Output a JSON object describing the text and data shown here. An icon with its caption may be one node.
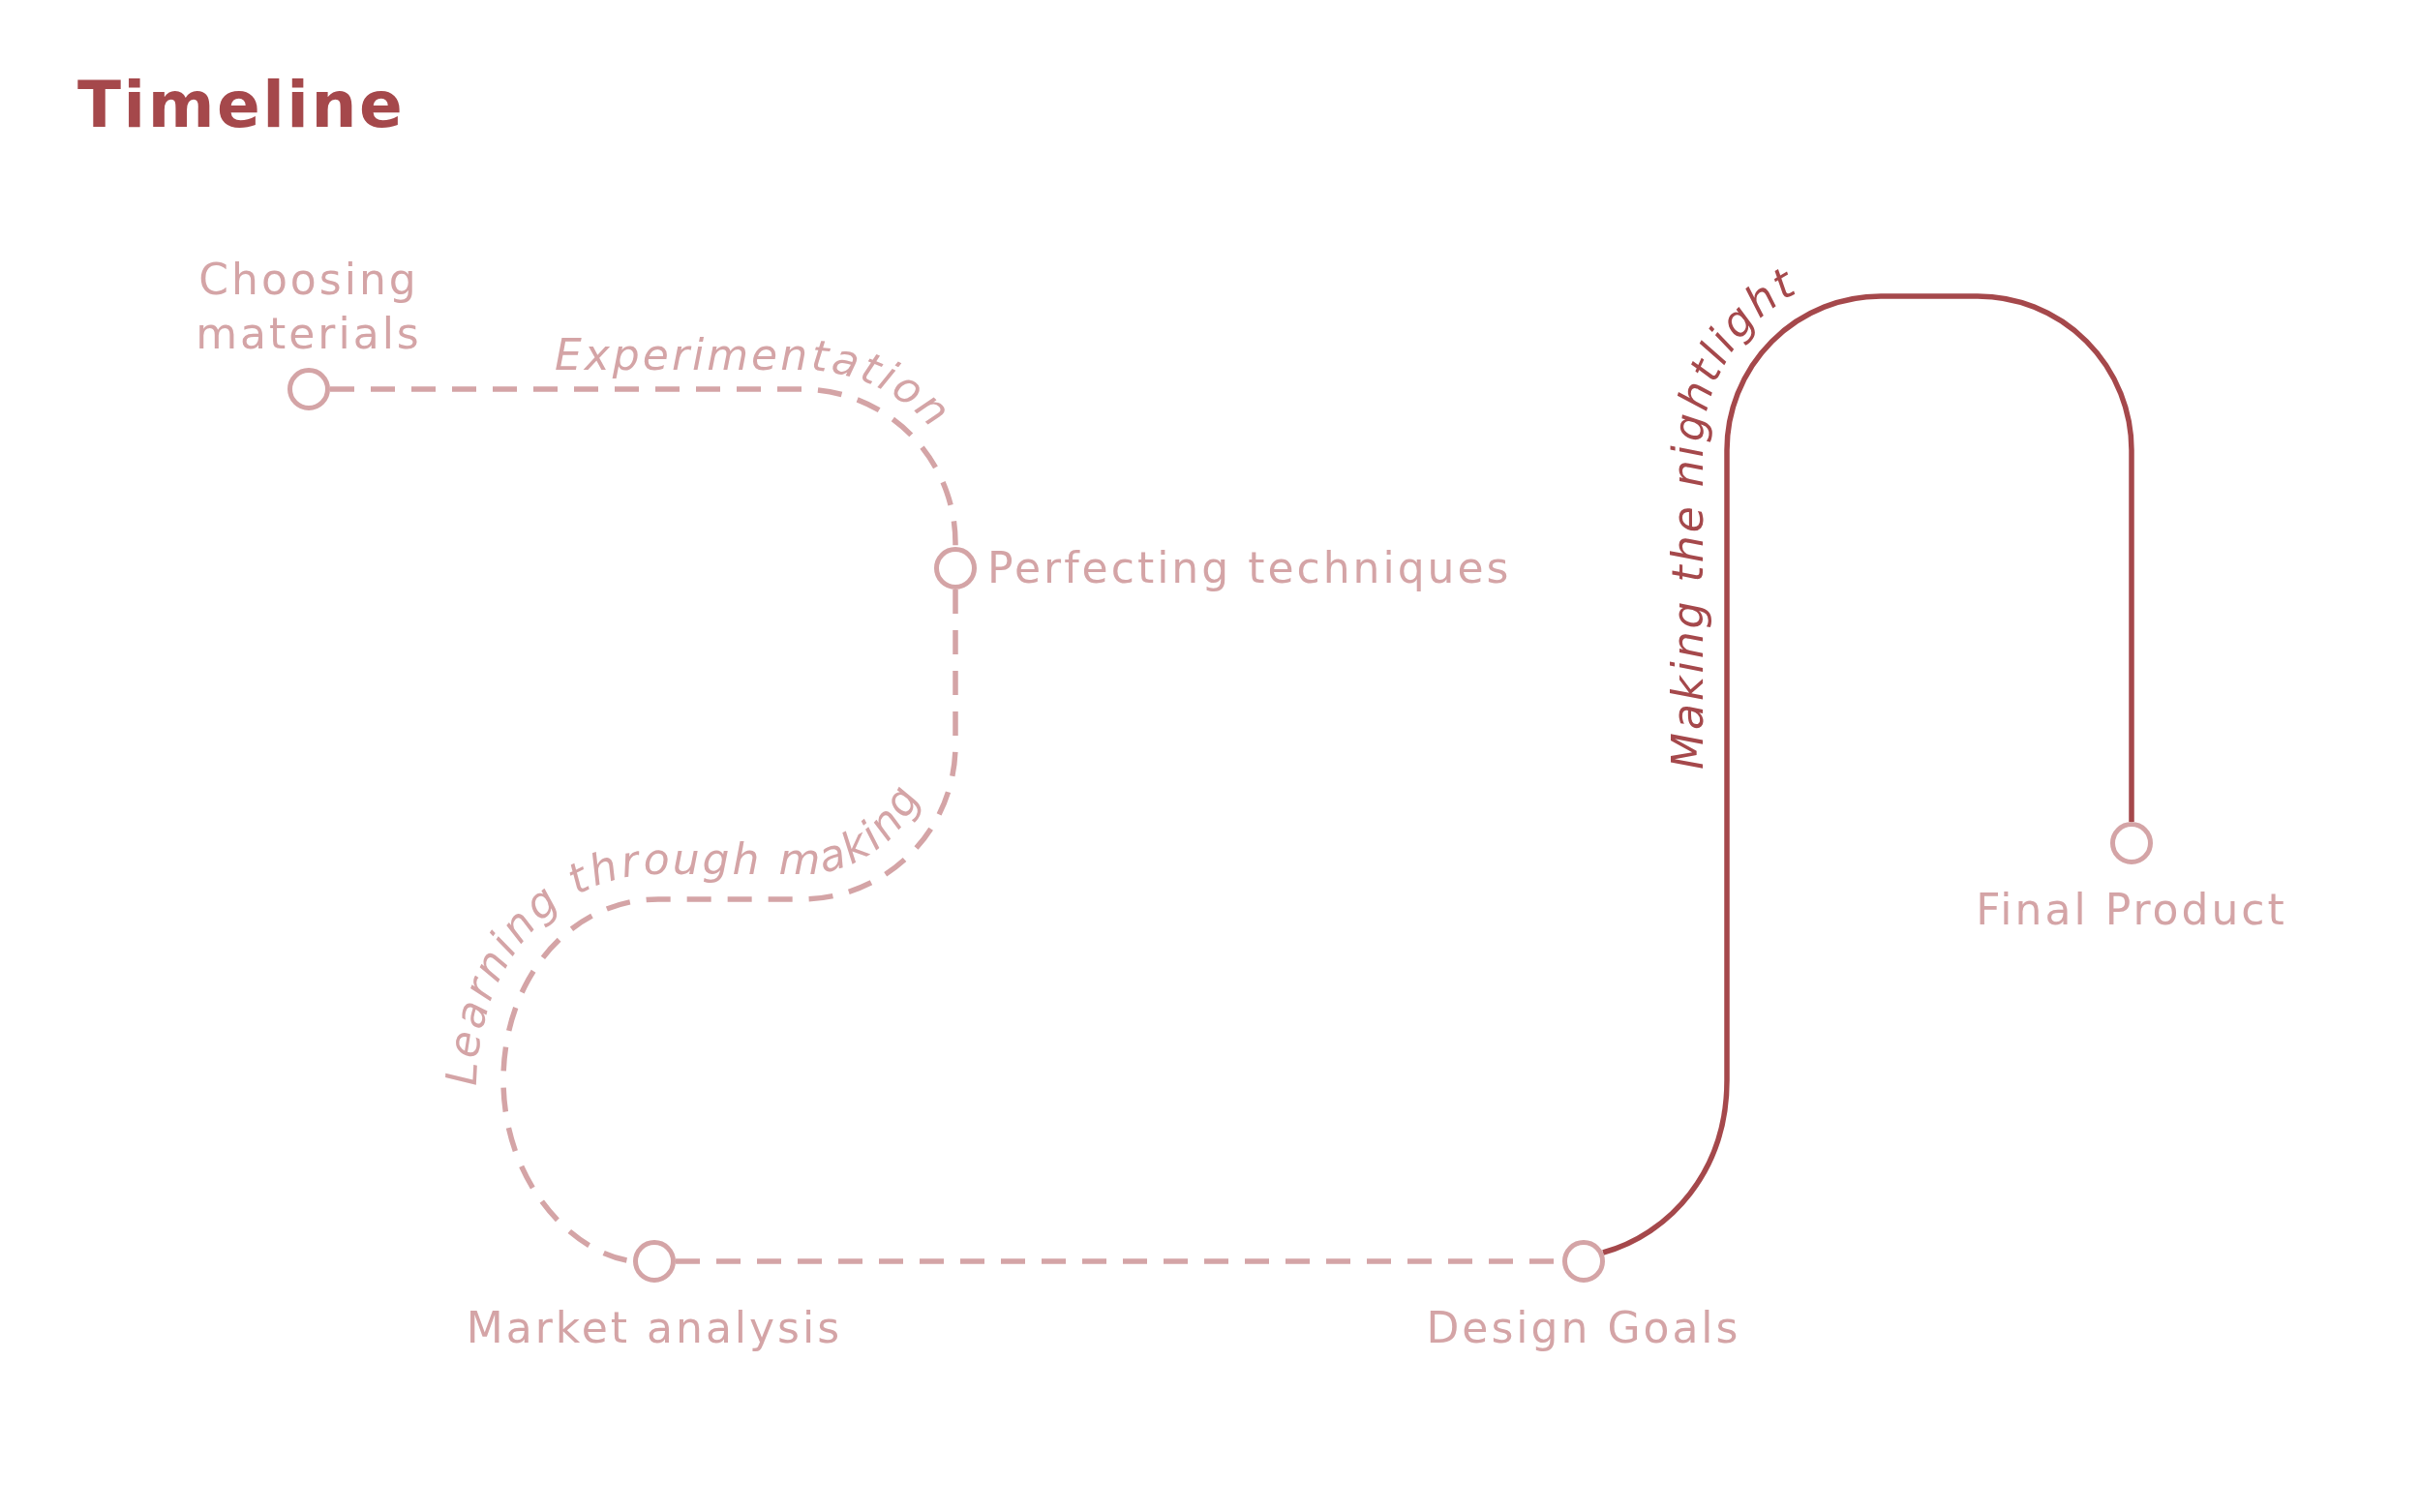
{
  "diagram": {
    "title": "Timeline",
    "nodes": [
      {
        "text": [],
        "shape": "circle",
        "beside": [
          "Choosing materials"
        ]
      },
      {
        "text": [],
        "shape": "circle",
        "beside": [
          "Perfecting techniques"
        ]
      },
      {
        "text": [],
        "shape": "circle",
        "beside": [
          "Market analysis"
        ]
      },
      {
        "text": [],
        "shape": "circle",
        "beside": [
          "Design Goals"
        ]
      },
      {
        "text": [],
        "shape": "circle",
        "beside": [
          "Final Product"
        ]
      }
    ],
    "edges": [
      {
        "from": 0,
        "to": 1,
        "arrow": "none",
        "label": "Experimentation",
        "style": "dashed"
      },
      {
        "from": 1,
        "to": 2,
        "arrow": "none",
        "label": "Learning through making",
        "style": "dashed"
      },
      {
        "from": 2,
        "to": 3,
        "arrow": "none",
        "style": "dashed"
      },
      {
        "from": 3,
        "to": 4,
        "arrow": "none",
        "label": "Making the nightlight",
        "color": "#a5484b"
      }
    ]
  }
}
